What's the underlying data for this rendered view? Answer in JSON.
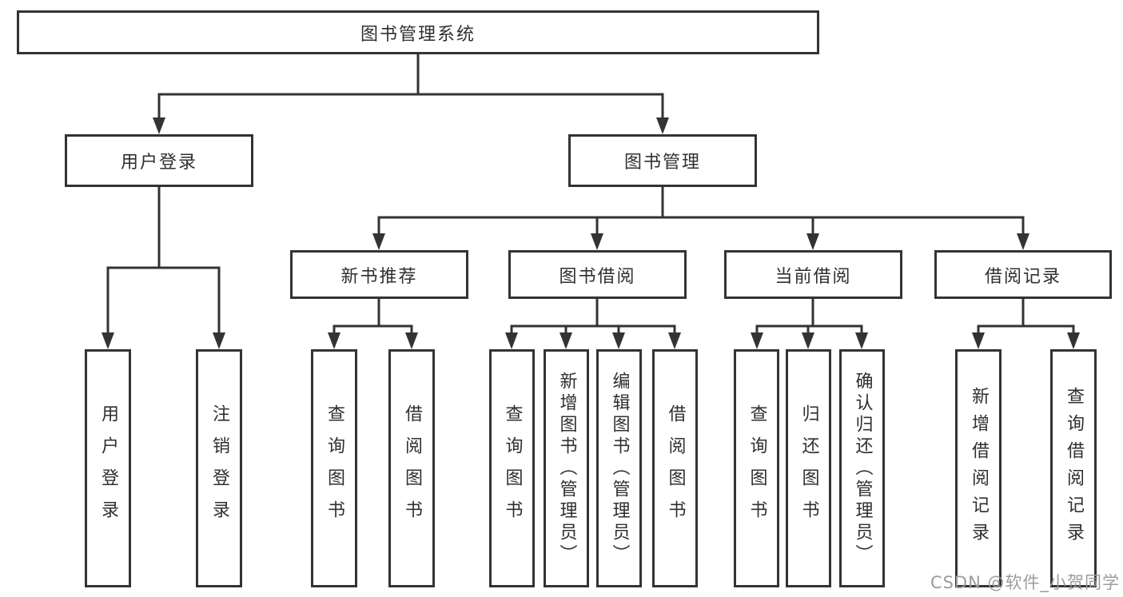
{
  "colors": {
    "line": "#333333",
    "text": "#2f2f2f",
    "watermark": "#9c9c9c"
  },
  "watermark": {
    "text": "CSDN @软件_小贺同学"
  },
  "tree": {
    "root": {
      "label": "图书管理系统",
      "children": [
        {
          "label": "用户登录",
          "children": [
            {
              "label": "用户登录"
            },
            {
              "label": "注销登录"
            }
          ]
        },
        {
          "label": "图书管理",
          "children": [
            {
              "label": "新书推荐",
              "children": [
                {
                  "label": "查询图书"
                },
                {
                  "label": "借阅图书"
                }
              ]
            },
            {
              "label": "图书借阅",
              "children": [
                {
                  "label": "查询图书"
                },
                {
                  "label": "新增图书（管理员）"
                },
                {
                  "label": "编辑图书（管理员）"
                },
                {
                  "label": "借阅图书"
                }
              ]
            },
            {
              "label": "当前借阅",
              "children": [
                {
                  "label": "查询图书"
                },
                {
                  "label": "归还图书"
                },
                {
                  "label": "确认归还（管理员）"
                }
              ]
            },
            {
              "label": "借阅记录",
              "children": [
                {
                  "label": "新增借阅记录"
                },
                {
                  "label": "查询借阅记录"
                }
              ]
            }
          ]
        }
      ]
    }
  }
}
